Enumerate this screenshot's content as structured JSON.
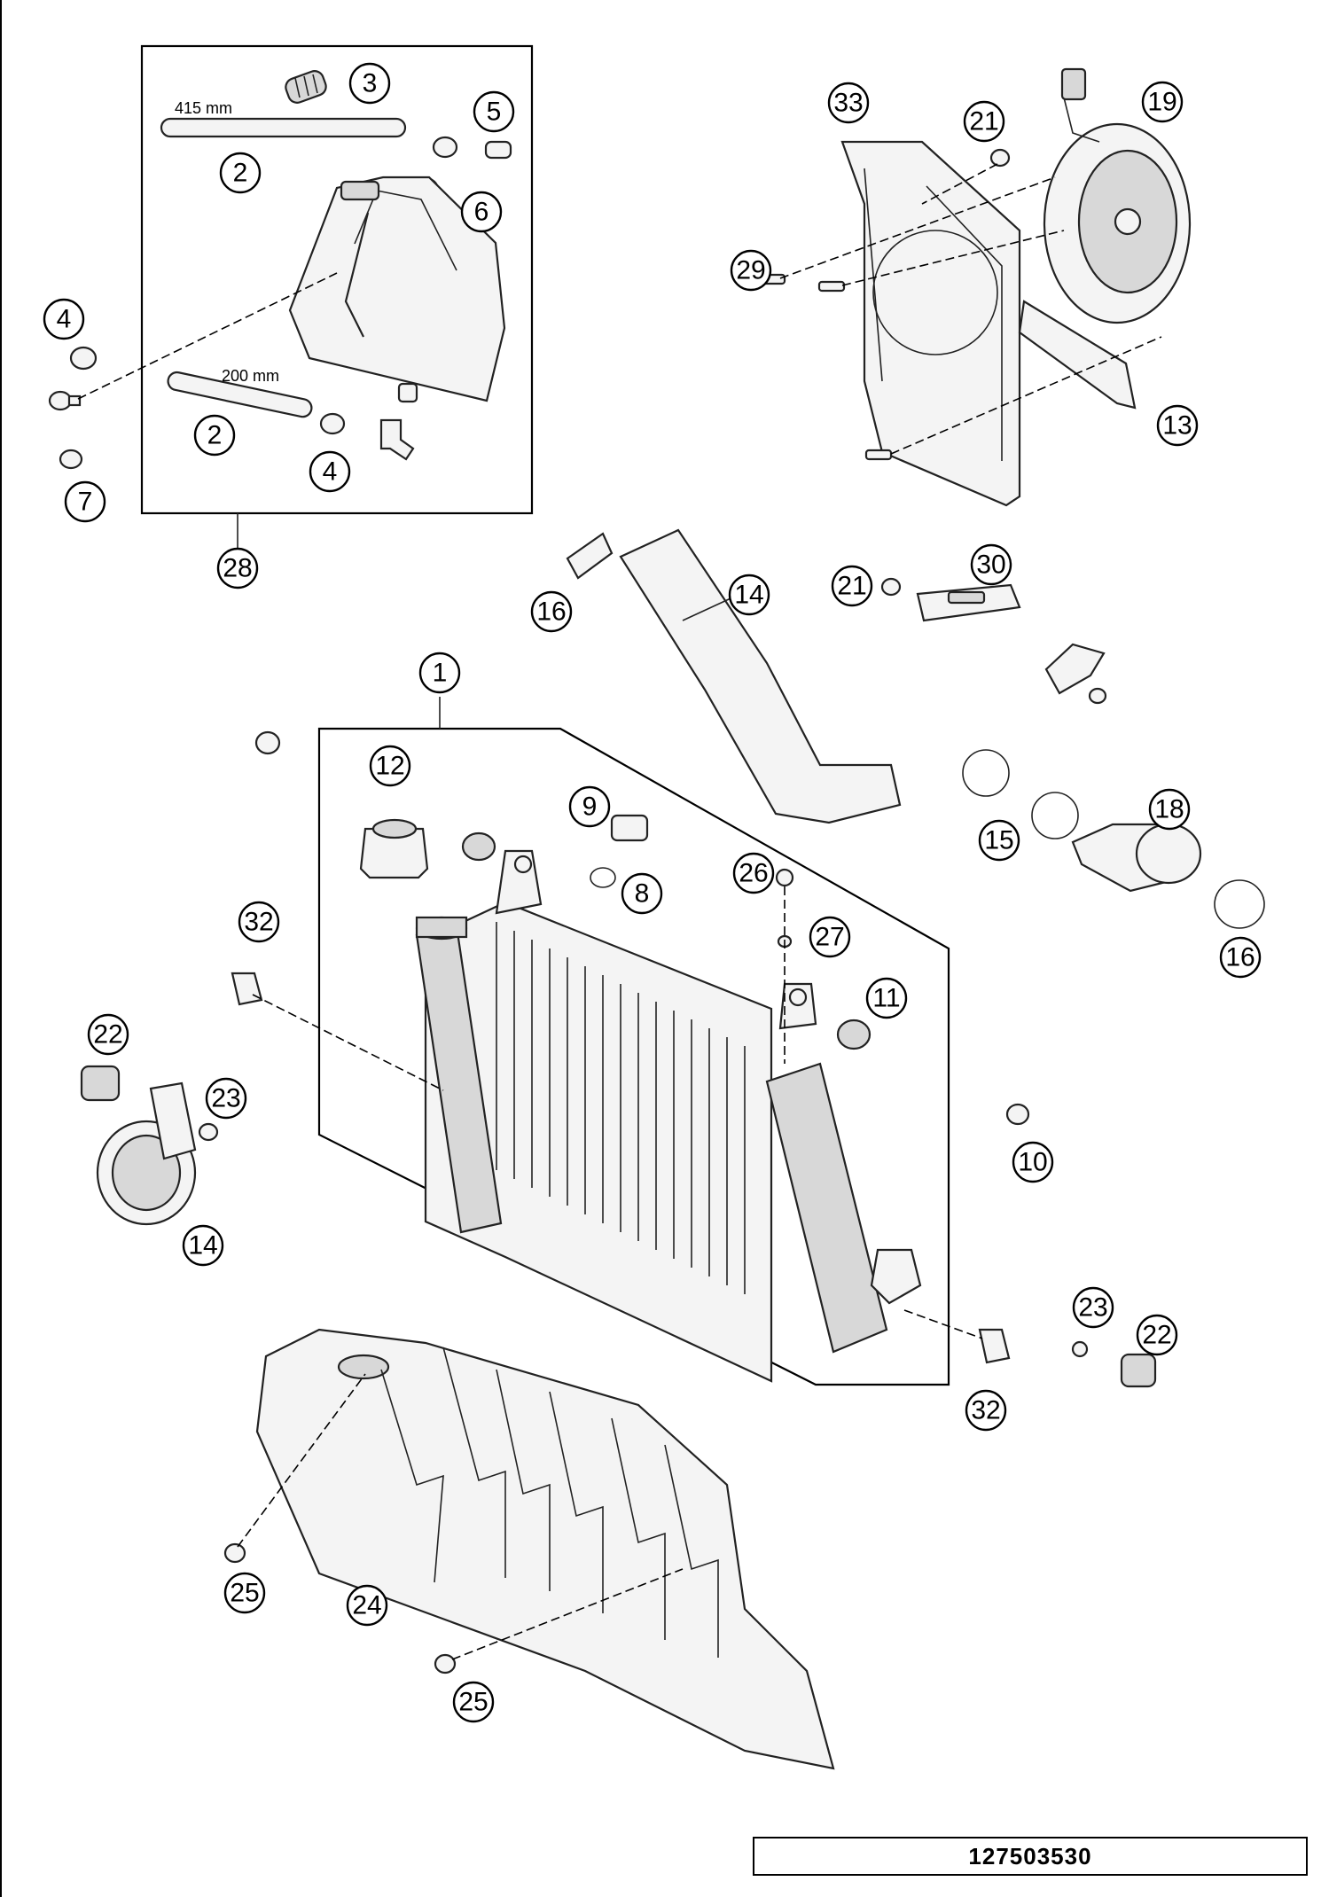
{
  "dimensions": {
    "hose_long": "415 mm",
    "hose_short": "200 mm"
  },
  "callouts": {
    "c1": "1",
    "c2a": "2",
    "c2b": "2",
    "c3": "3",
    "c4a": "4",
    "c4b": "4",
    "c5": "5",
    "c6": "6",
    "c7": "7",
    "c8": "8",
    "c9": "9",
    "c10": "10",
    "c11": "11",
    "c12": "12",
    "c13": "13",
    "c14a": "14",
    "c14b": "14",
    "c15": "15",
    "c16a": "16",
    "c16b": "16",
    "c18": "18",
    "c19": "19",
    "c21a": "21",
    "c21b": "21",
    "c22a": "22",
    "c22b": "22",
    "c23a": "23",
    "c23b": "23",
    "c24": "24",
    "c25a": "25",
    "c25b": "25",
    "c26": "26",
    "c27": "27",
    "c28": "28",
    "c29": "29",
    "c30": "30",
    "c32a": "32",
    "c32b": "32",
    "c33": "33"
  },
  "doc_number": "127503530"
}
